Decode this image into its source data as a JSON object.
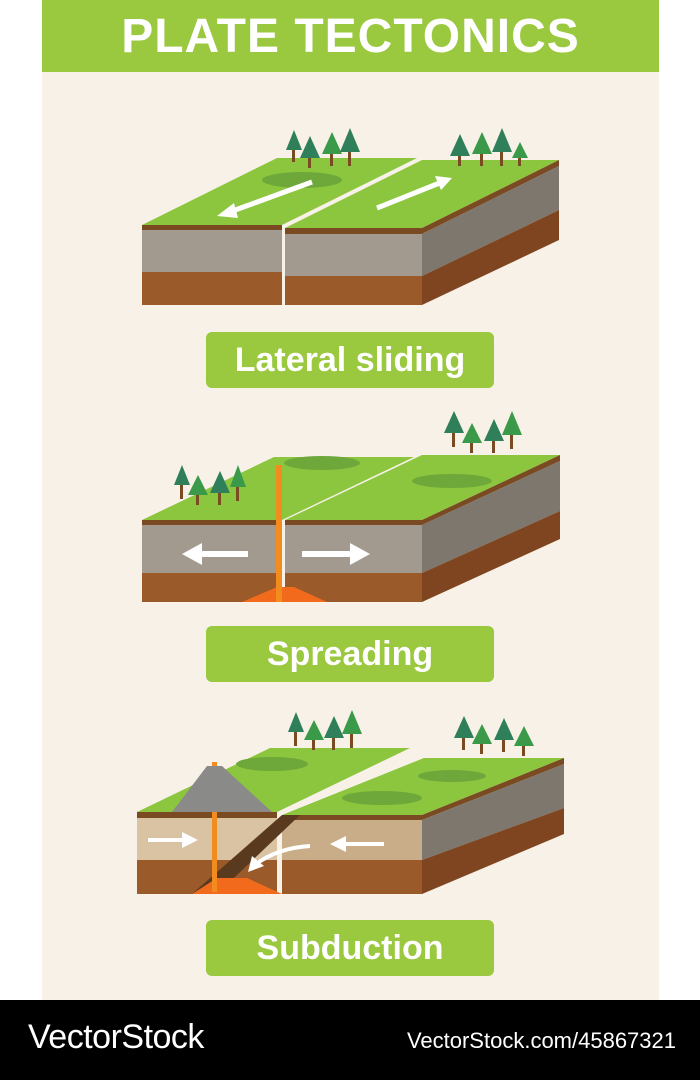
{
  "title": "PLATE TECTONICS",
  "sections": [
    {
      "label": "Lateral sliding"
    },
    {
      "label": "Spreading"
    },
    {
      "label": "Subduction"
    }
  ],
  "footer": {
    "brand": "VectorStock",
    "image_id": "VectorStock.com/45867321"
  },
  "colors": {
    "accent_green": "#9ac83f",
    "background": "#f8f1e7",
    "grass": "#8cc63f",
    "rock_gray": "#a29a8e",
    "soil_brown": "#9a5a2a",
    "lava": "#f28c1e"
  }
}
